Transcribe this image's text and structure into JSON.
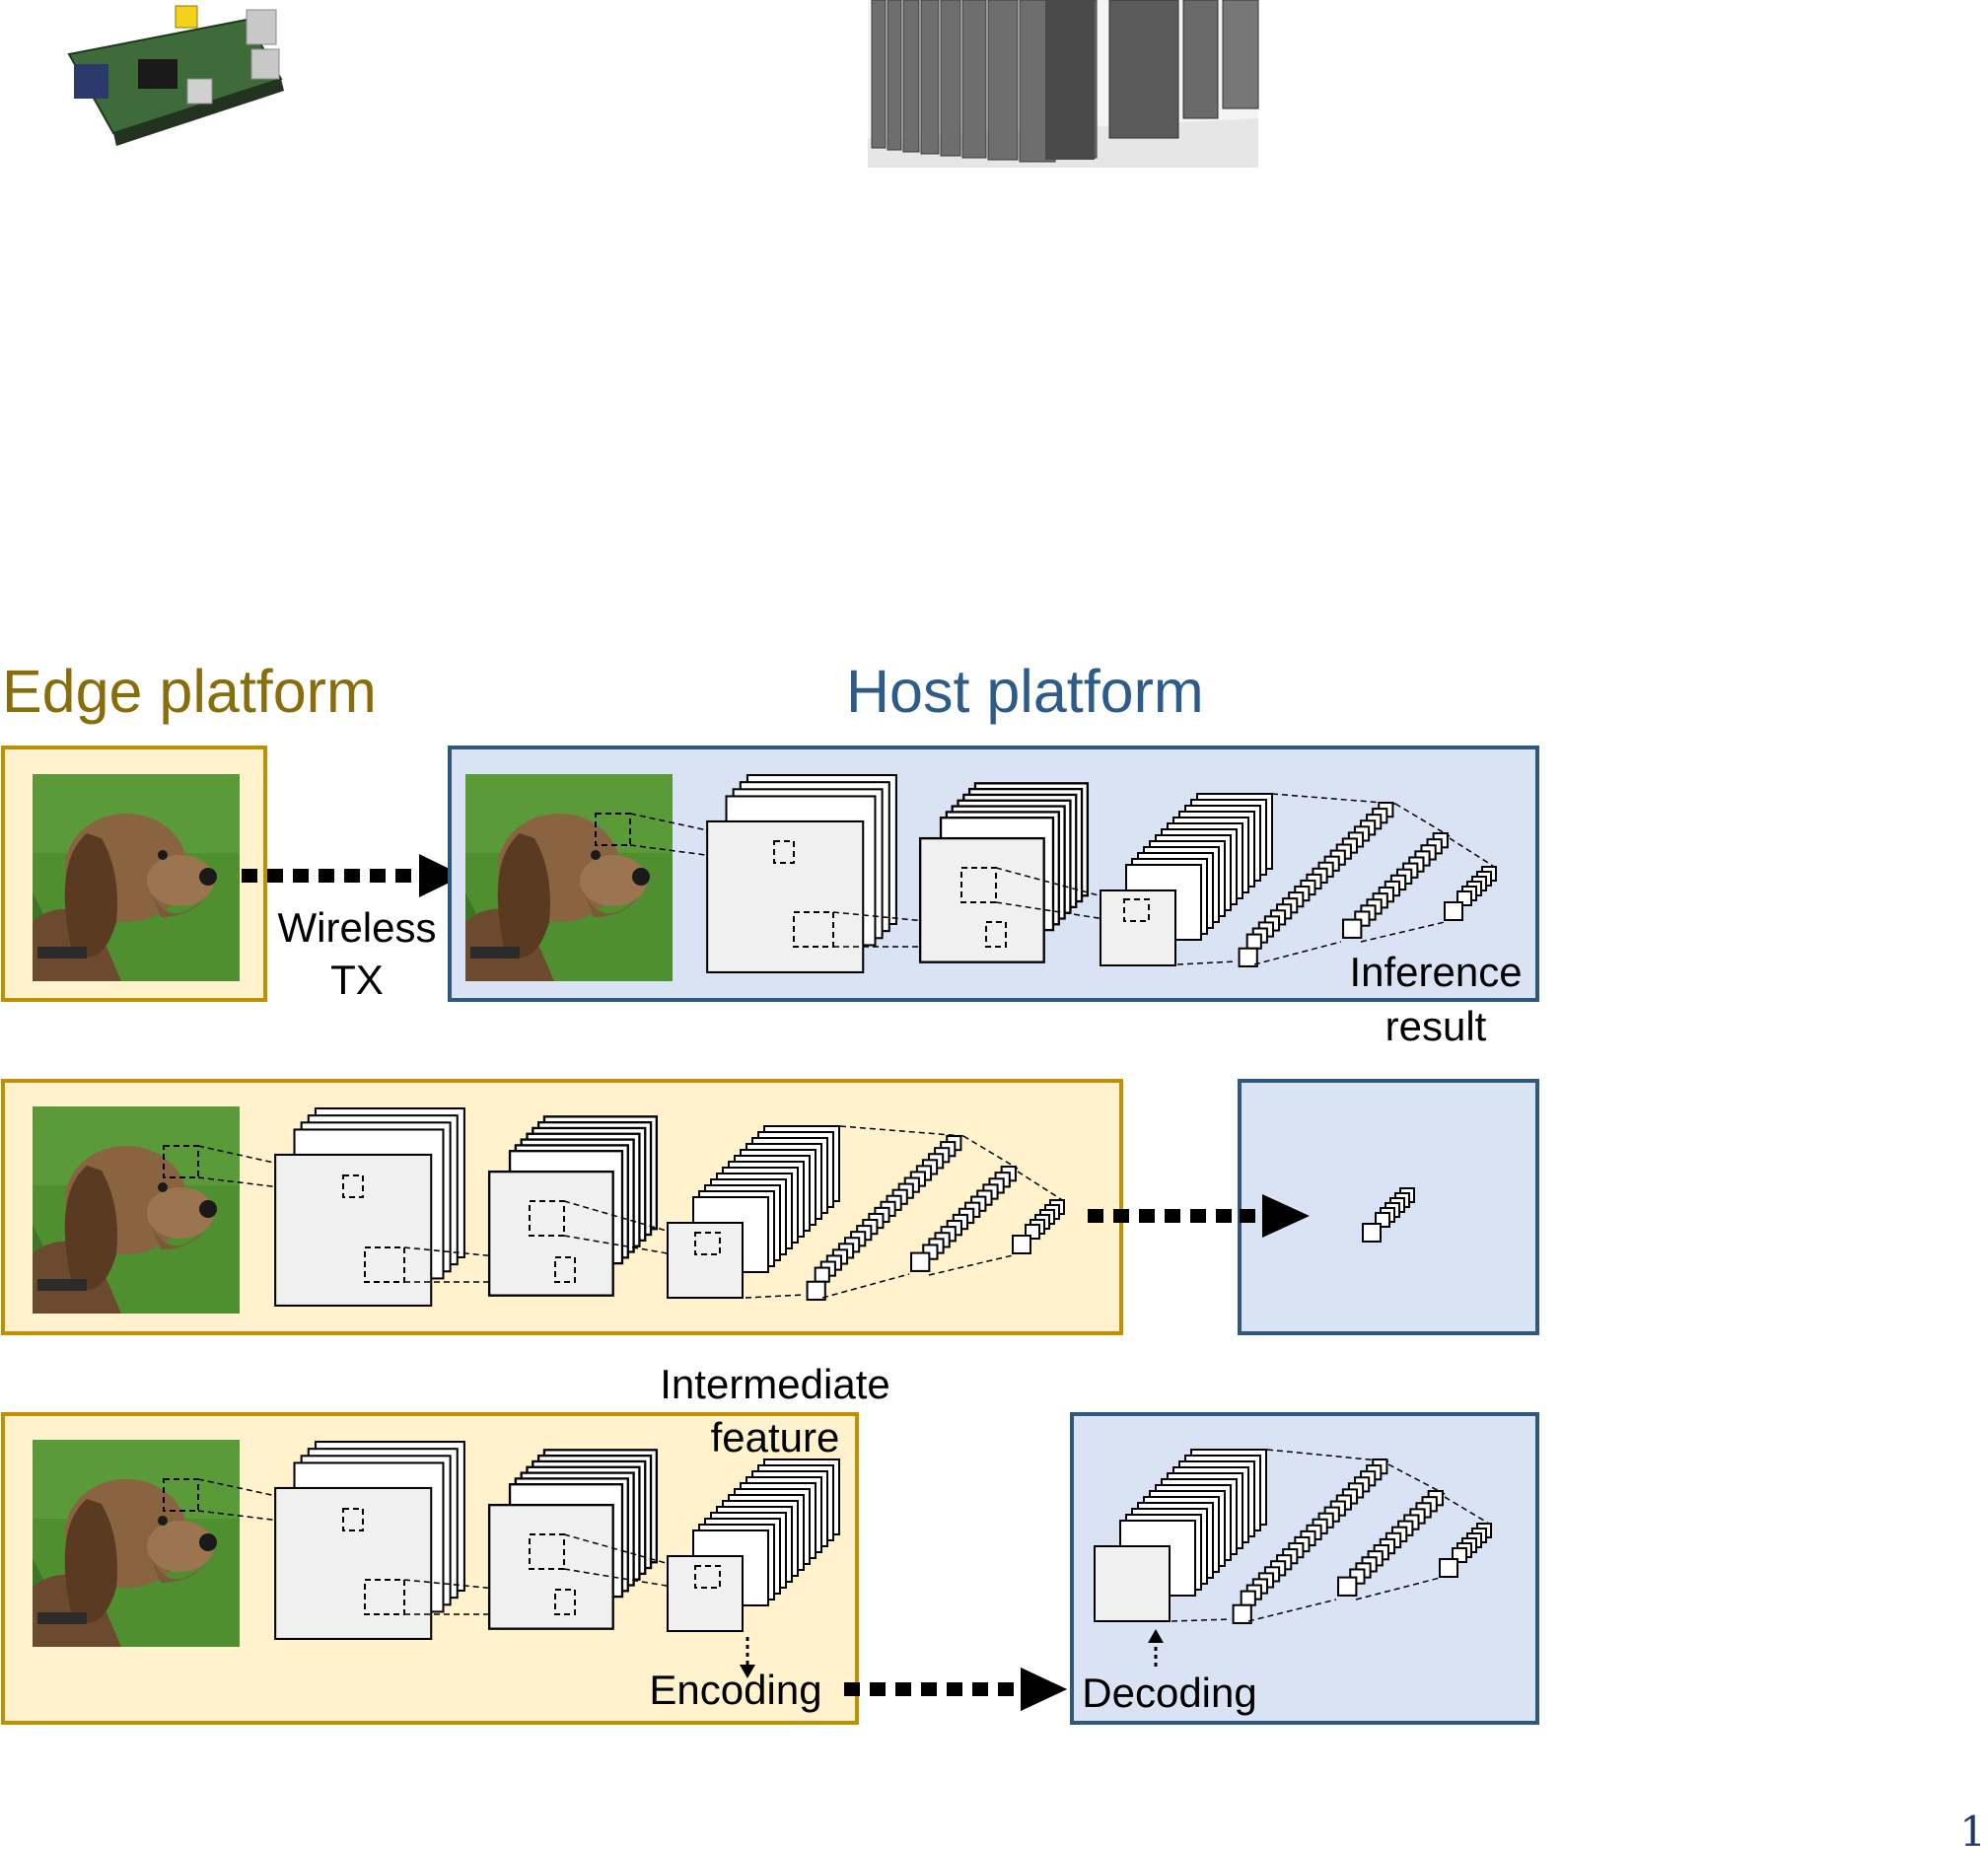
{
  "headings": {
    "edge": "Edge platform",
    "host": "Host platform"
  },
  "labels": {
    "wireless": "Wireless",
    "tx": "TX",
    "inference": "Inference",
    "result": "result",
    "intermediate": "Intermediate",
    "feature": "feature",
    "encoding": "Encoding",
    "decoding": "Decoding"
  },
  "page_number": "1",
  "colors": {
    "edge_text": "#8a6d0b",
    "edge_border": "#bf9000",
    "edge_fill": "#fff2cc",
    "host_text": "#2e5c8a",
    "host_border": "#2f5880",
    "host_fill": "#dae3f3"
  },
  "icons": {
    "edge_device": "single-board-computer-icon",
    "host_device": "server-racks-icon",
    "input_image": "dog-photo-icon"
  }
}
